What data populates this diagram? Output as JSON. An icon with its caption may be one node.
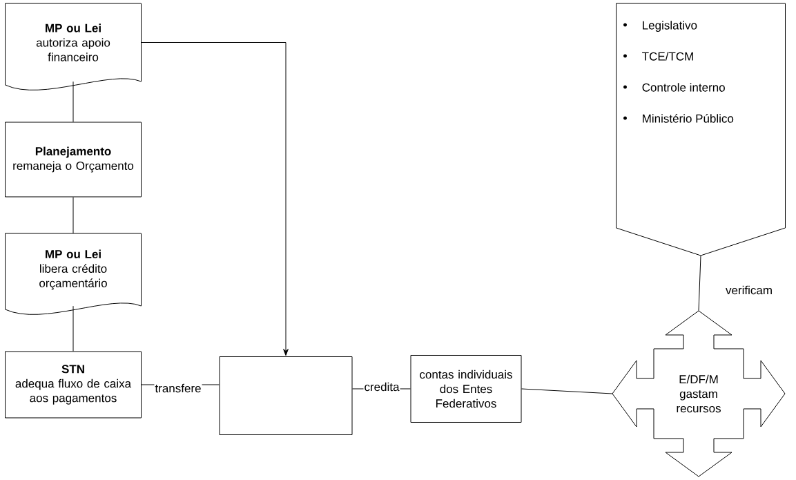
{
  "diagram": {
    "nodes": [
      {
        "text": [
          "MP ou Lei",
          "autoriza apoio financeiro"
        ]
      },
      {
        "text": [
          "Planejamento",
          "remaneja o Orçamento"
        ]
      },
      {
        "text": [
          "MP ou Lei",
          "libera crédito orçamentário"
        ]
      },
      {
        "text": [
          "STN",
          "adequa fluxo de caixa aos pagamentos"
        ]
      },
      {
        "text": [],
        "shape": "box"
      },
      {
        "text": [
          "contas individuais dos Entes Federativos"
        ]
      },
      {
        "text": [
          "E/DF/M gastam recursos"
        ]
      },
      {
        "text": [
          "Legislativo",
          "TCE/TCM",
          "Controle interno",
          "Ministério Público"
        ]
      }
    ],
    "edges": [
      {
        "from": 0,
        "to": 1,
        "arrow": "none"
      },
      {
        "from": 1,
        "to": 2,
        "arrow": "none"
      },
      {
        "from": 2,
        "to": 3,
        "arrow": "none"
      },
      {
        "from": 0,
        "to": 4,
        "arrow": "to"
      },
      {
        "from": 3,
        "to": 4,
        "arrow": "none",
        "label": "transfere"
      },
      {
        "from": 4,
        "to": 5,
        "arrow": "none",
        "label": "credita"
      },
      {
        "from": 5,
        "to": 6,
        "arrow": "none"
      },
      {
        "from": 6,
        "to": 7,
        "arrow": "none",
        "label": "verificam"
      }
    ]
  }
}
